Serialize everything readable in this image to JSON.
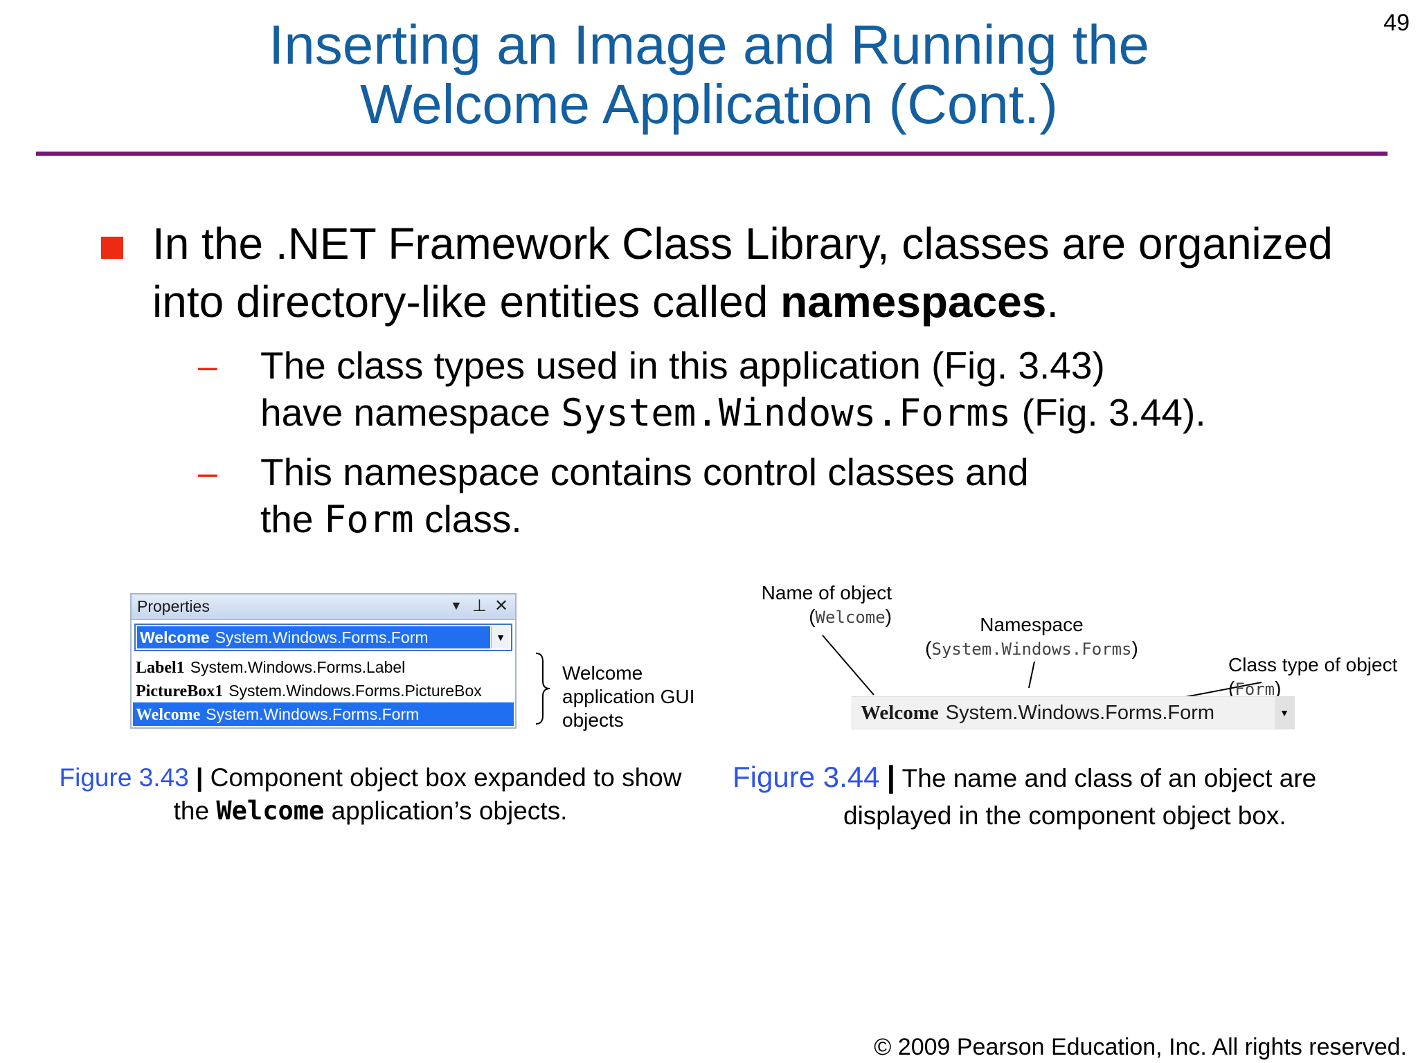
{
  "slide_number": "49",
  "title": {
    "line1": "Inserting an Image and Running the",
    "line2": "Welcome Application (Cont.)"
  },
  "colors": {
    "title": "#145fa0",
    "rule": "#7a1577",
    "bullet": "#ee2a12",
    "figure_number": "#2d54e6",
    "selection": "#1f6ff0"
  },
  "bullet": {
    "text_before": "In the .NET Framework Class Library, classes are organized into directory-like entities called ",
    "bold": "namespaces",
    "text_after": "."
  },
  "subbullets": [
    {
      "dash": "–",
      "line1": "The class types used in this application (Fig. 3.43)",
      "line2_before": "have namespace ",
      "line2_code": "System.Windows.Forms",
      "line2_after": " (Fig. 3.44)."
    },
    {
      "dash": "–",
      "line1": "This namespace contains control classes and",
      "line2_before": "the ",
      "line2_code": "Form",
      "line2_after": " class."
    }
  ],
  "figure_343": {
    "panel_title": "Properties",
    "header_icons": [
      "dropdown-arrow-icon",
      "pin-icon",
      "close-icon"
    ],
    "combo_selected": {
      "name": "Welcome",
      "type": "System.Windows.Forms.Form"
    },
    "items": [
      {
        "name": "Label1",
        "type": "System.Windows.Forms.Label"
      },
      {
        "name": "PictureBox1",
        "type": "System.Windows.Forms.PictureBox"
      },
      {
        "name": "Welcome",
        "type": "System.Windows.Forms.Form"
      }
    ],
    "brace_label": [
      "Welcome",
      "application GUI",
      "objects"
    ],
    "caption_number": "Figure 3.43",
    "caption_pipe": "|",
    "caption_text_1": " Component object box expanded to show",
    "caption_text_2_before": "the ",
    "caption_text_2_bold": "Welcome",
    "caption_text_2_after": " application’s objects."
  },
  "figure_344": {
    "annotation_name_label": "Name of object",
    "annotation_name_value": "Welcome",
    "annotation_ns_label": "Namespace",
    "annotation_ns_value": "System.Windows.Forms",
    "annotation_type_label": "Class type of object",
    "annotation_type_value": "Form",
    "combo": {
      "name": "Welcome",
      "type": "System.Windows.Forms.Form"
    },
    "caption_number": "Figure 3.44",
    "caption_pipe": "|",
    "caption_text_1": " The name and class of an object are",
    "caption_text_2": "displayed in the component object box."
  },
  "copyright": "© 2009 Pearson Education, Inc.  All rights reserved."
}
